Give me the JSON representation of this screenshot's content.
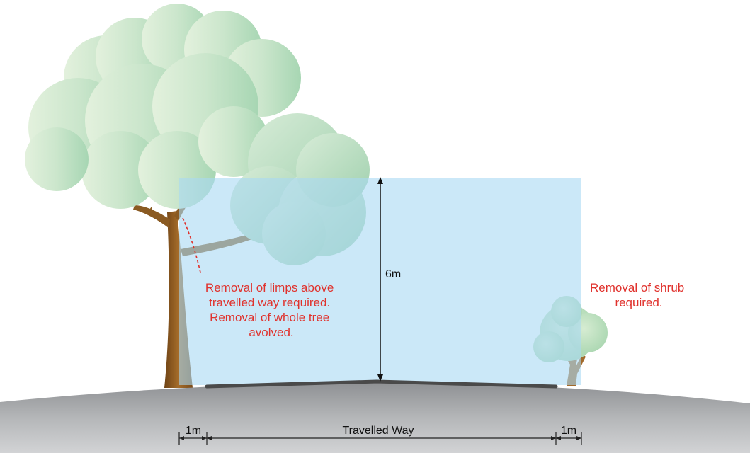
{
  "height_label": "6m",
  "tree_note": {
    "lines": [
      "Removal of limps above",
      "travelled way required.",
      "Removal of whole tree",
      "avolved."
    ]
  },
  "shrub_note": {
    "lines": [
      "Removal of shrub",
      "required."
    ]
  },
  "dimensions": {
    "left_offset": "1m",
    "travelled_way": "Travelled Way",
    "right_offset": "1m"
  },
  "colors": {
    "clearance_zone": "#c9e7f8",
    "annotation": "#e0322d",
    "ground": "#a9abae",
    "road_surface": "#555555",
    "foliage": "#bfe0c4",
    "trunk": "#8a5a22"
  }
}
